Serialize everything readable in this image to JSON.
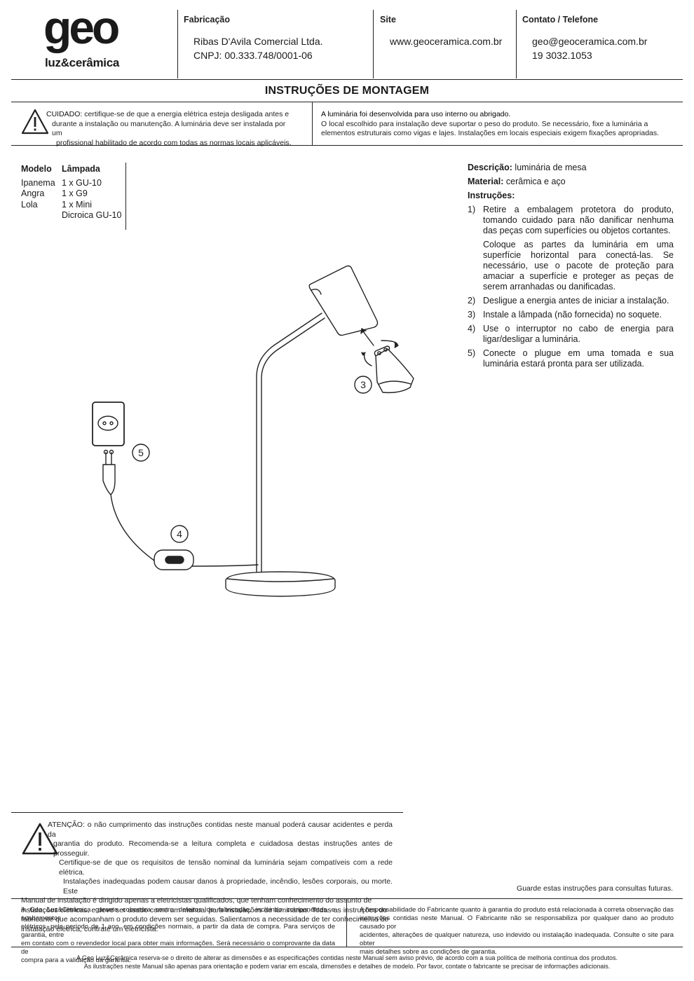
{
  "header": {
    "logo_main": "geo",
    "logo_sub": "luz&cerâmica",
    "fabricacao": {
      "title": "Fabricação",
      "line1": "Ribas D'Avila Comercial Ltda.",
      "line2": "CNPJ: 00.333.748/0001-06"
    },
    "site": {
      "title": "Site",
      "value": "www.geoceramica.com.br"
    },
    "contato": {
      "title": "Contato / Telefone",
      "email": "geo@geoceramica.com.br",
      "phone": "19 3032.1053"
    }
  },
  "title": "INSTRUÇÕES DE MONTAGEM",
  "caution": {
    "label": "CUIDADO:",
    "text1": " certifique-se de que a energia elétrica esteja desligada antes e",
    "text2": "durante a instalação ou manutenção. A luminária deve ser instalada por um",
    "text3": "profissional habilitado de acordo com todas as normas locais aplicáveis."
  },
  "indoor": {
    "line1": "A luminária foi desenvolvida para uso interno ou abrigado.",
    "line2": "O local escolhido para instalação deve suportar o peso do produto. Se necessário, fixe a luminária a",
    "line3": "elementos estruturais como vigas e lajes. Instalações em locais especiais exigem fixações apropriadas."
  },
  "models": {
    "col1_header": "Modelo",
    "col2_header": "Lâmpada",
    "rows": [
      {
        "model": "Ipanema",
        "lamp": "1 x GU-10"
      },
      {
        "model": "Angra",
        "lamp": "1 x G9"
      },
      {
        "model": "Lola",
        "lamp": "1 x Mini"
      },
      {
        "model": "",
        "lamp": "Dicroica GU-10"
      }
    ]
  },
  "description": {
    "desc_label": "Descrição:",
    "desc_value": " luminária de mesa",
    "material_label": "Material:",
    "material_value": " cerâmica e aço",
    "instr_label": "Instruções:",
    "steps": [
      {
        "num": "1)",
        "text": "Retire a embalagem protetora do produto, tomando cuidado para não danificar nenhuma das peças com superfícies ou objetos cortantes."
      },
      {
        "num": "",
        "text": "Coloque as partes da luminária em uma superfície horizontal para conectá-las. Se necessário, use o pacote de proteção para amaciar a superfície e proteger as peças de serem arranhadas ou danificadas."
      },
      {
        "num": "2)",
        "text": "Desligue a energia antes de iniciar a instalação."
      },
      {
        "num": "3)",
        "text": "Instale a lâmpada (não fornecida) no soquete."
      },
      {
        "num": "4)",
        "text": "Use o interruptor no cabo de energia para ligar/desligar a luminária."
      },
      {
        "num": "5)",
        "text": "Conecte o plugue em uma tomada e sua luminária estará pronta para ser utilizada."
      }
    ]
  },
  "diagram": {
    "callout3": "3",
    "callout4": "4",
    "callout5": "5"
  },
  "attention": {
    "label": "ATENÇÃO:",
    "lines": [
      " o não cumprimento das instruções contidas neste manual poderá causar acidentes e perda da",
      "garantia do produto. Recomenda-se a leitura completa e cuidadosa destas instruções antes de prosseguir.",
      "Certifique-se de que os requisitos de tensão nominal da luminária sejam compatíveis com a rede elétrica.",
      "Instalações inadequadas podem causar danos à propriedade, incêndio, lesões corporais, ou morte. Este",
      "Manual de instalação é dirigido apenas a eletricistas qualificados, que tenham conhecimento do assunto de",
      "instalações elétricas, e deve ser usado como um manual para instalações de luminárias. Todas as instruções do",
      "fabricante que acompanham o produto devem ser seguidas. Salientamos a necessidade de ter conhecimento de",
      "instalação elétrica, contrate um eletricista."
    ]
  },
  "keep_note": "Guarde estas instruções para consultas futuras.",
  "warranty_left": [
    "A Geo Luz&Cerâmica garante cobertura contra defeitos de fabricação, incluindo componentes e acabamentos",
    "elétricos, pelo período de 1 ano, em condições normais, a partir da data de compra. Para serviços de garantia, entre",
    "em contato com o revendedor local para obter mais informações. Será necessário o comprovante da data de",
    "compra para a validação da garantia."
  ],
  "warranty_right": [
    "A responsabilidade do Fabricante quanto à garantia do produto está relacionada à correta observação das",
    "instruções contidas neste Manual. O Fabricante não se responsabiliza por qualquer dano ao produto causado por",
    "acidentes, alterações de qualquer natureza, uso indevido ou instalação inadequada. Consulte o site para obter",
    "mais detalhes sobre as condições de garantia."
  ],
  "footer": {
    "line1": "A Geo Luz&Cerâmica reserva-se o direito de alterar as dimensões e as especificações contidas neste Manual sem aviso prévio, de acordo com a sua política de melhoria contínua dos produtos.",
    "line2": "As ilustrações neste Manual são apenas para orientação e podem variar em escala, dimensões e detalhes de modelo. Por favor, contate o fabricante se precisar de informações adicionais."
  }
}
